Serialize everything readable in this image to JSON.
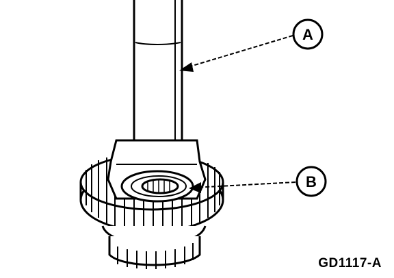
{
  "callouts": [
    {
      "letter": "A"
    },
    {
      "letter": "B"
    }
  ],
  "figure_id": "GD1117-A"
}
